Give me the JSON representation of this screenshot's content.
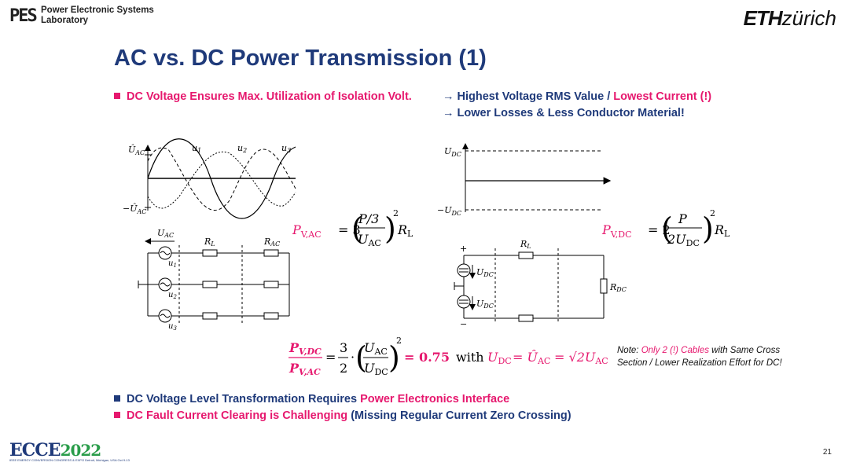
{
  "header": {
    "pes_mark": "PES",
    "pes_line1": "Power Electronic Systems",
    "pes_line2": "Laboratory",
    "eth_bold": "ETH",
    "eth_rest": "zürich"
  },
  "title": "AC vs. DC Power Transmission (1)",
  "top_bullet": {
    "text": "DC Voltage Ensures Max. Utilization of Isolation Volt.",
    "arrow1_a": "→ Highest Voltage RMS Value / ",
    "arrow1_b": "Lowest Current (!)",
    "arrow2": "→ Lower Losses & Less Conductor Material!"
  },
  "ac_plot": {
    "y_top": "Û",
    "y_top_sub": "AC",
    "y_bot": "−Û",
    "y_bot_sub": "AC",
    "u1": "u",
    "u1_sub": "1",
    "u2": "u",
    "u2_sub": "2",
    "u3": "u",
    "u3_sub": "3"
  },
  "dc_plot": {
    "y_top": "U",
    "y_top_sub": "DC",
    "y_bot": "−U",
    "y_bot_sub": "DC"
  },
  "ac_circuit": {
    "uac": "U",
    "uac_sub": "AC",
    "rl": "R",
    "rl_sub": "L",
    "rac": "R",
    "rac_sub": "AC",
    "u1": "u",
    "u1_sub": "1",
    "u2": "u",
    "u2_sub": "2",
    "u3": "u",
    "u3_sub": "3"
  },
  "dc_circuit": {
    "plus": "+",
    "minus": "−",
    "rl": "R",
    "rl_sub": "L",
    "rdc": "R",
    "rdc_sub": "DC",
    "udc1": "U",
    "udc1_sub": "DC",
    "udc2": "U",
    "udc2_sub": "DC"
  },
  "formula_ac": {
    "lhs": "P",
    "lhs_sub": "V,AC",
    "eq": "= 3",
    "num": "P/3",
    "den": "U",
    "den_sub": "AC",
    "exp": "2",
    "rl": "R",
    "rl_sub": "L"
  },
  "formula_dc": {
    "lhs": "P",
    "lhs_sub": "V,DC",
    "eq": "= 2",
    "num": "P",
    "den": "2U",
    "den_sub": "DC",
    "exp": "2",
    "rl": "R",
    "rl_sub": "L"
  },
  "ratio": {
    "num": "P",
    "num_sub": "V,DC",
    "den": "P",
    "den_sub": "V,AC",
    "frac_num": "3",
    "frac_den": "2",
    "u_num": "U",
    "u_num_sub": "AC",
    "u_den": "U",
    "u_den_sub": "DC",
    "exp": "2",
    "result": "= 0.75",
    "with": "with",
    "udc": "U",
    "udc_sub": "DC",
    "eq1": "= Û",
    "uac_sub": "AC",
    "eq2": "= √2U",
    "uac2_sub": "AC"
  },
  "note": {
    "prefix": "Note: ",
    "pink": "Only 2 (!) Cables",
    "rest1": " with Same Cross",
    "line2": "Section / Lower Realization Effort for DC!"
  },
  "bottom_bullets": [
    {
      "a": "DC Voltage Level Transformation Requires ",
      "b": "Power Electronics Interface"
    },
    {
      "a": "DC Fault Current Clearing is Challenging ",
      "b": "(Missing Regular Current Zero Crossing)"
    }
  ],
  "footer": {
    "ecce": "ECCE",
    "year": "2022",
    "small": "IEEE ENERGY CONVERSION CONGRESS & EXPO  Detroit, Michigan, USA  Oct 9-13",
    "page": "21"
  },
  "colors": {
    "accent_pink": "#e6186e",
    "navy": "#1f3a7a"
  }
}
